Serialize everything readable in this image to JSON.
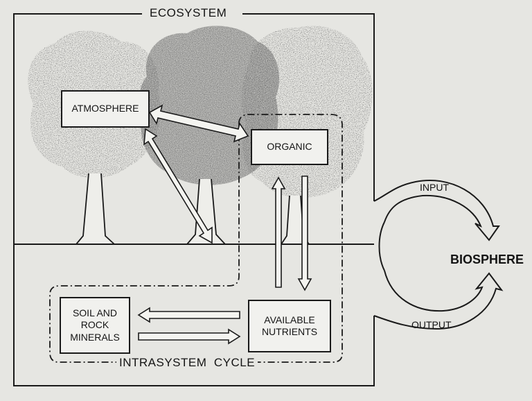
{
  "labels": {
    "ecosystem": "ECOSYSTEM",
    "atmosphere": "ATMOSPHERE",
    "organic": "ORGANIC",
    "soil_rock_minerals": "SOIL AND\nROCK\nMINERALS",
    "available_nutrients": "AVAILABLE\nNUTRIENTS",
    "intrasystem_cycle": "INTRASYSTEM  CYCLE",
    "input": "INPUT",
    "output": "OUTPUT",
    "biosphere": "BIOSPHERE"
  },
  "colors": {
    "ink": "#1a1a1a",
    "paper": "#e6e6e2",
    "box_fill": "#f1f1ee",
    "foliage": "#3a3a3a"
  }
}
